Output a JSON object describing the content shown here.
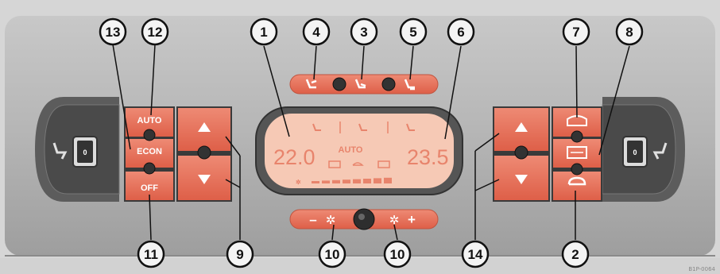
{
  "callouts": {
    "c1": "1",
    "c2": "2",
    "c3": "3",
    "c4": "4",
    "c5": "5",
    "c6": "6",
    "c7": "7",
    "c8": "8",
    "c9": "9",
    "c10a": "10",
    "c10b": "10",
    "c11": "11",
    "c12": "12",
    "c13": "13",
    "c14": "14"
  },
  "buttons": {
    "auto": "AUTO",
    "econ": "ECON",
    "off": "OFF",
    "fan_minus": "–",
    "fan_plus": "+",
    "seat_left": "0",
    "seat_right": "0"
  },
  "display": {
    "temp_left": "22.0",
    "temp_right": "23.5",
    "mode": "AUTO"
  },
  "footer": {
    "code": "B1P-0064"
  },
  "colors": {
    "button": "#e56d57",
    "display": "#f6c9b5",
    "lcd_text": "#e8846c",
    "panel": "#aaaaaa",
    "callout_fill": "#f4f4f4"
  }
}
